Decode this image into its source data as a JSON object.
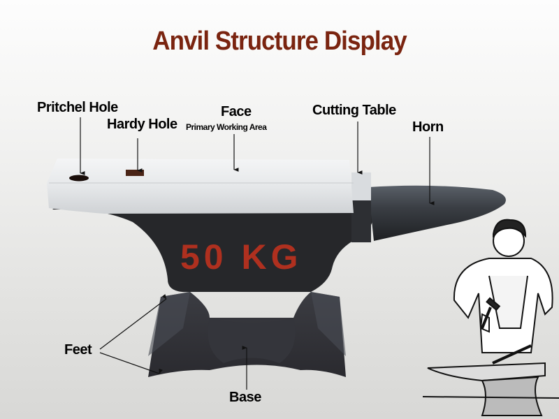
{
  "title": "Anvil  Structure Display",
  "anvil_marking": "50 KG",
  "labels": {
    "pritchel_hole": "Pritchel Hole",
    "hardy_hole": "Hardy Hole",
    "face": "Face",
    "face_sub": "Primary Working Area",
    "cutting_table": "Cutting Table",
    "horn": "Horn",
    "feet": "Feet",
    "base": "Base"
  },
  "colors": {
    "title": "#7a2410",
    "face_steel": "#e4e6e8",
    "body_iron": "#2a2b2e",
    "marking": "#c8321e"
  }
}
